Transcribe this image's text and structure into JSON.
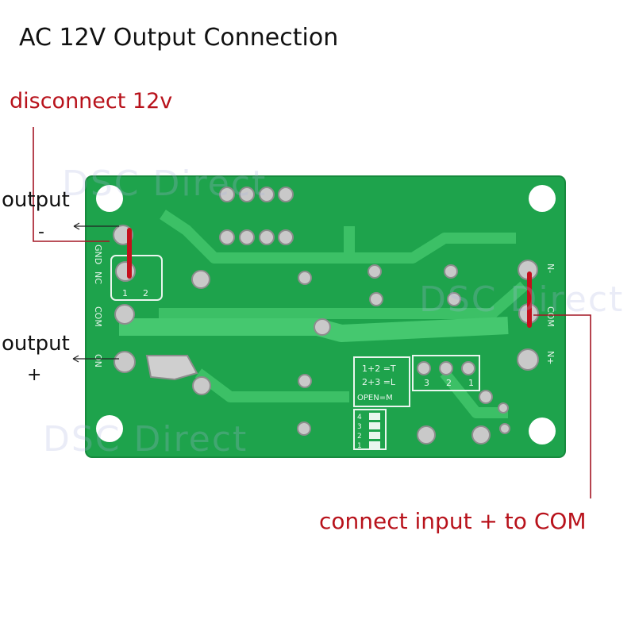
{
  "title": "AC 12V Output Connection",
  "annotations": {
    "disconnect": "disconnect 12v",
    "output_minus": {
      "label": "output",
      "sign": "-"
    },
    "output_plus": {
      "label": "output",
      "sign": "+"
    },
    "connect_input": "connect input +  to COM"
  },
  "board": {
    "left_terminals": [
      "GND",
      "NC",
      "COM",
      "ON"
    ],
    "right_terminals": [
      "N-",
      "COM",
      "N+"
    ],
    "jumper_numbers": [
      "1",
      "2"
    ],
    "mode_legend": [
      "1+2 =T",
      "2+3 =L",
      "OPEN=M"
    ],
    "header_numbers": [
      "3",
      "2",
      "1"
    ],
    "dip_numbers": [
      "4",
      "3",
      "2",
      "1"
    ]
  },
  "watermarks": [
    "DSC Direct",
    "DSC Direct",
    "DSC Direct"
  ],
  "colors": {
    "annotation_red": "#b8121b",
    "board_green": "#1aa24a",
    "wire_red": "#c4101c"
  }
}
